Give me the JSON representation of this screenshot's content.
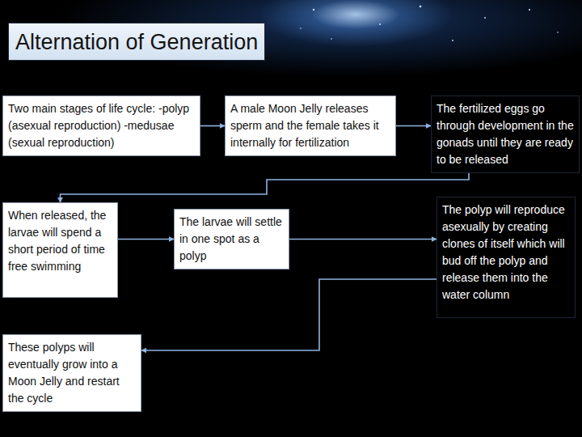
{
  "diagram": {
    "title": "Alternation of Generation",
    "nodes": [
      {
        "text": [
          "Two main stages of life cycle: -polyp (asexual reproduction) -medusae (sexual reproduction)"
        ]
      },
      {
        "text": [
          "A male Moon Jelly releases sperm and the female takes it internally for fertilization"
        ]
      },
      {
        "text": [
          "The fertilized eggs go through development in the gonads until they are ready to be released"
        ]
      },
      {
        "text": [
          "When released, the larvae will spend a short period of time free swimming"
        ]
      },
      {
        "text": [
          "The larvae will settle in one spot as a polyp"
        ]
      },
      {
        "text": [
          "The polyp will reproduce asexually by creating clones of itself which will bud off the polyp and release them into the water column"
        ]
      },
      {
        "text": [
          "These polyps will eventually grow into a Moon Jelly and restart the cycle"
        ]
      }
    ],
    "edges": [
      {
        "from": 0,
        "to": 1,
        "arrow": "to"
      },
      {
        "from": 1,
        "to": 2,
        "arrow": "to"
      },
      {
        "from": 2,
        "to": 3,
        "arrow": "to"
      },
      {
        "from": 3,
        "to": 4,
        "arrow": "to"
      },
      {
        "from": 4,
        "to": 5,
        "arrow": "to"
      },
      {
        "from": 5,
        "to": 6,
        "arrow": "to"
      }
    ]
  }
}
